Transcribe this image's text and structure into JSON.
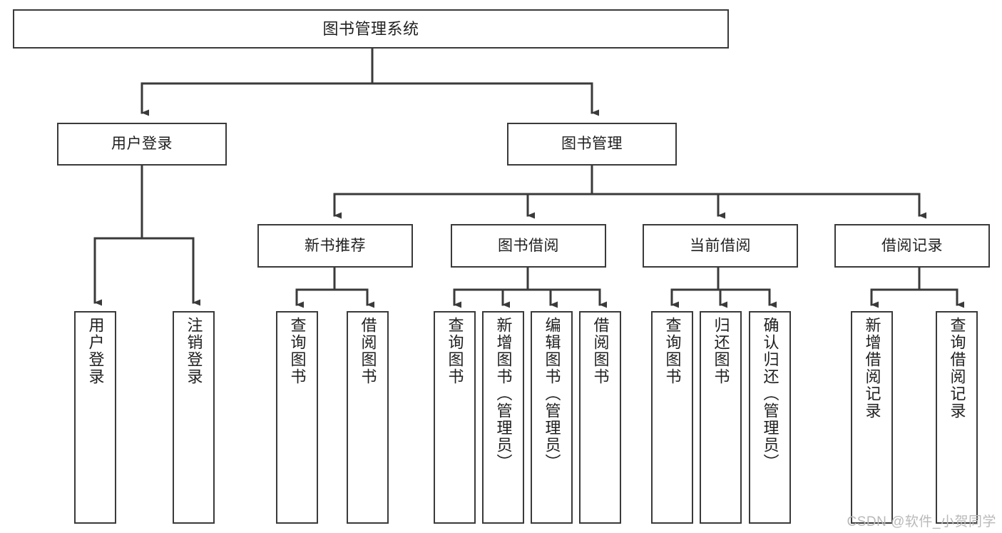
{
  "diagram": {
    "title": "图书管理系统",
    "type": "hierarchy-tree",
    "stroke_color": "#3a3a3a",
    "box_fill": "#ffffff",
    "background": "#ffffff"
  },
  "nodes": {
    "root": {
      "label": "图书管理系统"
    },
    "level1": [
      {
        "label": "用户登录"
      },
      {
        "label": "图书管理"
      }
    ],
    "level2": [
      {
        "label": "新书推荐"
      },
      {
        "label": "图书借阅"
      },
      {
        "label": "当前借阅"
      },
      {
        "label": "借阅记录"
      }
    ],
    "leaves_user_login": [
      {
        "label": "用户登录"
      },
      {
        "label": "注销登录"
      }
    ],
    "leaves_new_book": [
      {
        "label": "查询图书"
      },
      {
        "label": "借阅图书"
      }
    ],
    "leaves_borrow": [
      {
        "label": "查询图书"
      },
      {
        "label": "新增图书（管理员）"
      },
      {
        "label": "编辑图书（管理员）"
      },
      {
        "label": "借阅图书"
      }
    ],
    "leaves_current": [
      {
        "label": "查询图书"
      },
      {
        "label": "归还图书"
      },
      {
        "label": "确认归还（管理员）"
      }
    ],
    "leaves_records": [
      {
        "label": "新增借阅记录"
      },
      {
        "label": "查询借阅记录"
      }
    ]
  },
  "watermark": {
    "text": "CSDN @软件_小贺同学"
  }
}
